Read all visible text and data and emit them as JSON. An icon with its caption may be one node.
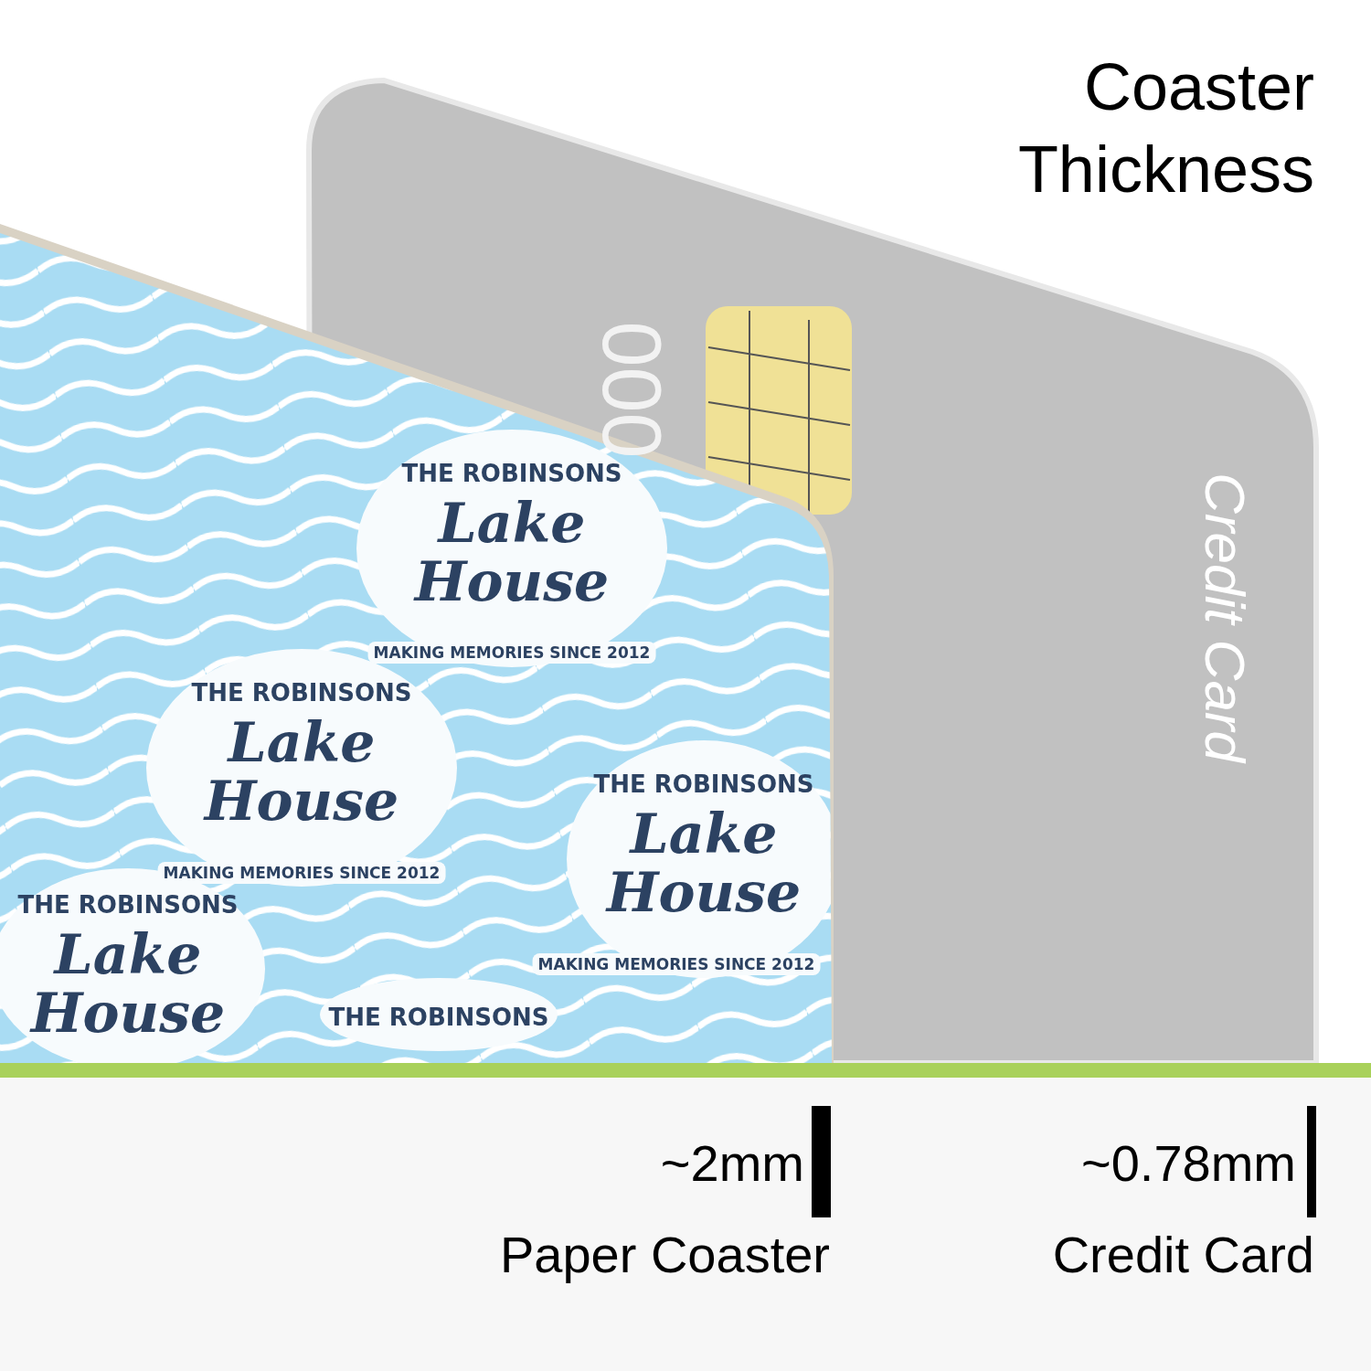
{
  "diagram": {
    "title": "Coaster Thickness",
    "labels": [
      "000",
      "Credit Card",
      "THE ROBINSONS",
      "Lake House",
      "MAKING MEMORIES SINCE 2012",
      "THE ROBINSONS",
      "Lake House",
      "MAKING MEMORIES SINCE 2012",
      "THE ROBINSONS",
      "Lake House",
      "MAKING MEMORIES SINCE 2012",
      "THE ROBINSONS",
      "Lake House",
      "THE ROBINSONS",
      "~2mm",
      "Paper Coaster",
      "~0.78mm",
      "Credit Card"
    ]
  }
}
